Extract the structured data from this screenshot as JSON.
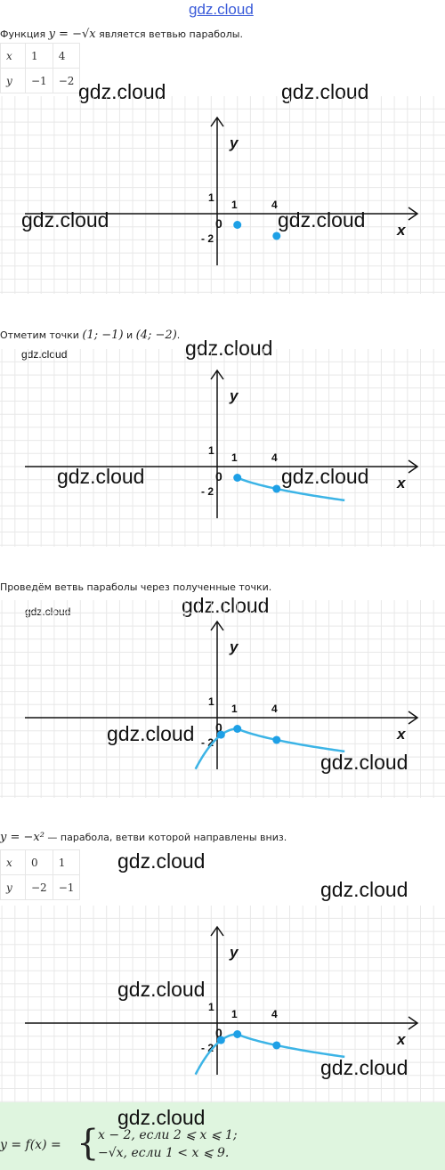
{
  "watermark": "gdz.cloud",
  "step1": {
    "text_before": "Функция ",
    "math": "y = −√x",
    "text_after": " является ветвью параболы.",
    "table": {
      "x_label": "x",
      "y_label": "y",
      "x_values": [
        "1",
        "4"
      ],
      "y_values": [
        "−1",
        "−2"
      ]
    }
  },
  "step2": {
    "text_before": "Отметим точки ",
    "point1": "(1; −1)",
    "joiner": " и ",
    "point2": "(4; −2)",
    "text_after": "."
  },
  "step3": {
    "text": "Проведём ветвь параболы через полученные точки."
  },
  "step4": {
    "math": "y = −x²",
    "text_after": " — парабола, ветви которой направлены вниз.",
    "table": {
      "x_label": "x",
      "y_label": "y",
      "x_values": [
        "0",
        "1"
      ],
      "y_values": [
        "−2",
        "−1"
      ]
    }
  },
  "graph_labels": {
    "axis_x": "x",
    "axis_y": "y",
    "origin": "0",
    "tick_x1": "1",
    "tick_x4": "4",
    "tick_y1": "1",
    "tick_ym2": "- 2"
  },
  "final": {
    "lhs": "y = f(x) =",
    "case1": "x − 2,  если 2  ⩽  x  ⩽ 1;",
    "case2": "−√x,  если 1  <  x  ⩽ 9."
  },
  "colors": {
    "curve": "#3cb4e6",
    "point": "#1ea0e6",
    "grid": "#e8e8e8",
    "axis": "#111111",
    "final_bg": "#dff5df"
  }
}
